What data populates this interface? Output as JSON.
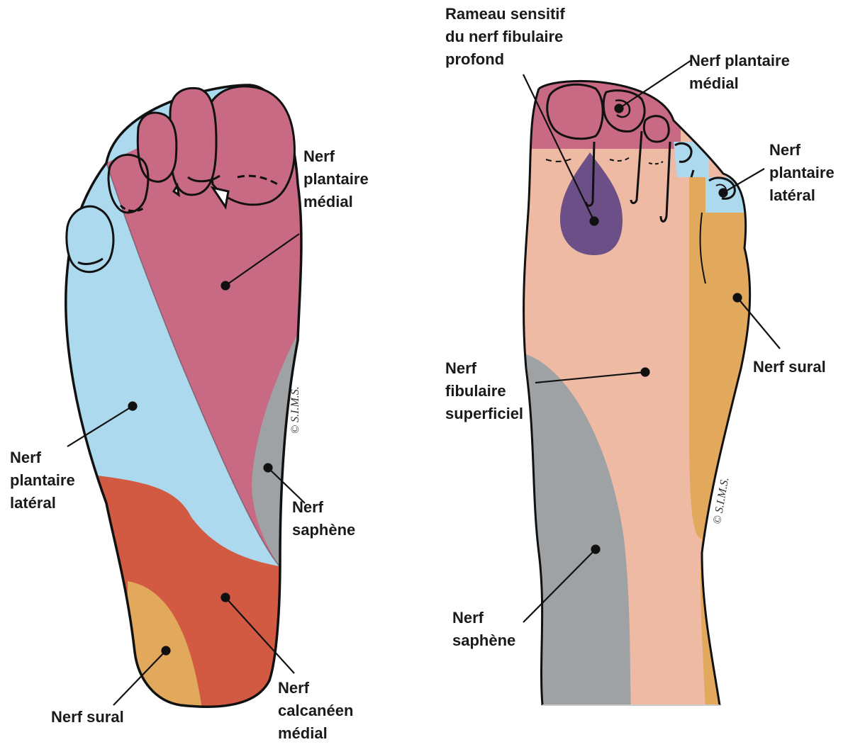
{
  "colors": {
    "medial_plantar": "#c96a85",
    "lateral_plantar": "#acd9ee",
    "calcaneal": "#d35a42",
    "sural": "#e2a85c",
    "saphenous": "#9ea2a5",
    "superficial_fibular": "#eebaa4",
    "deep_fibular": "#6c4f86",
    "outline": "#111111"
  },
  "plantar_view": {
    "labels": [
      {
        "key": "medial-plantar",
        "lines": [
          "Nerf",
          "plantaire",
          "médial"
        ]
      },
      {
        "key": "lateral-plantar",
        "lines": [
          "Nerf",
          "plantaire",
          "latéral"
        ]
      },
      {
        "key": "saphenous",
        "lines": [
          "Nerf",
          "saphène"
        ]
      },
      {
        "key": "sural",
        "lines": [
          "Nerf sural"
        ]
      },
      {
        "key": "medial-calcaneal",
        "lines": [
          "Nerf",
          "calcanéen",
          "médial"
        ]
      }
    ],
    "copyright": "© S.I.M.S."
  },
  "dorsal_view": {
    "labels": [
      {
        "key": "deep-fibular",
        "lines": [
          "Rameau sensitif",
          "du nerf fibulaire",
          "profond"
        ]
      },
      {
        "key": "medial-plantar",
        "lines": [
          "Nerf plantaire",
          "médial"
        ]
      },
      {
        "key": "lateral-plantar",
        "lines": [
          "Nerf",
          "plantaire",
          "latéral"
        ]
      },
      {
        "key": "sural",
        "lines": [
          "Nerf sural"
        ]
      },
      {
        "key": "superficial-fibular",
        "lines": [
          "Nerf",
          "fibulaire",
          "superficiel"
        ]
      },
      {
        "key": "saphenous",
        "lines": [
          "Nerf",
          "saphène"
        ]
      }
    ],
    "copyright": "© S.I.M.S."
  }
}
